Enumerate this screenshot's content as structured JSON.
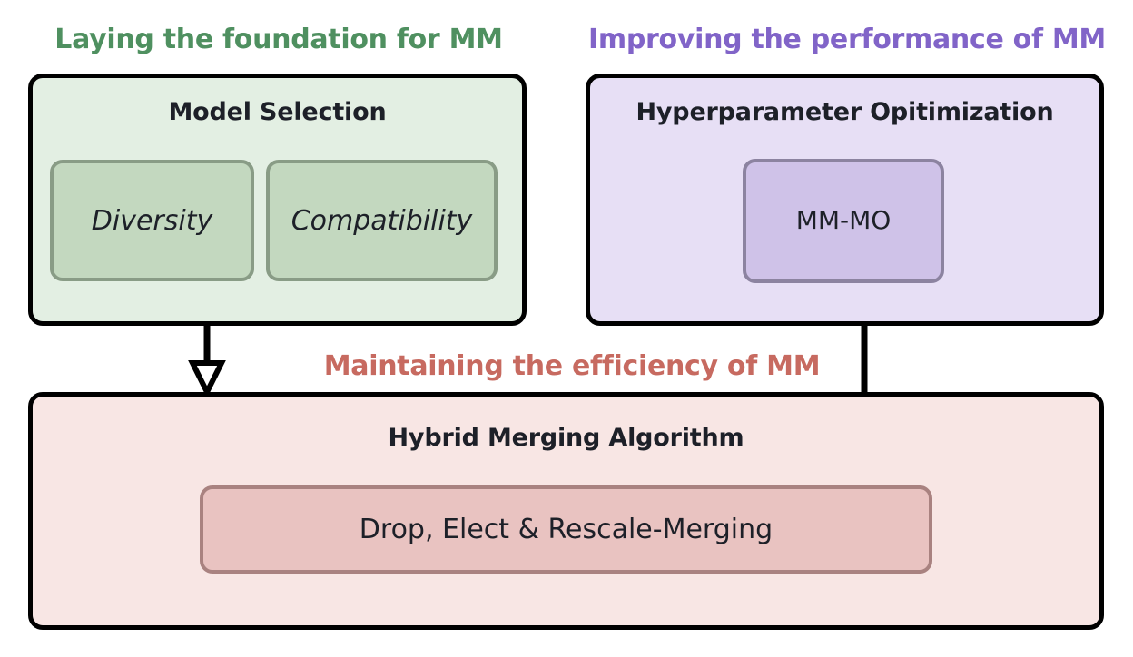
{
  "diagram": {
    "title_green": "Laying the foundation for MM",
    "title_purple": "Improving the performance of MM",
    "title_pink": "Maintaining the efficiency of MM",
    "colors": {
      "green_heading": "#4f9060",
      "purple_heading": "#8164c8",
      "pink_heading": "#c76a60",
      "green_panel_fill": "#e3efe3",
      "purple_panel_fill": "#e7dff5",
      "pink_panel_fill": "#f8e6e4",
      "green_chip_fill": "#c3d8bf",
      "purple_chip_fill": "#cfc2e8",
      "pink_chip_fill": "#e9c3c1",
      "panel_border": "#000000",
      "text": "#1d2028"
    }
  },
  "panels": {
    "green": {
      "title": "Model Selection",
      "chips": [
        {
          "label": "Diversity"
        },
        {
          "label": "Compatibility"
        }
      ]
    },
    "purple": {
      "title": "Hyperparameter Opitimization",
      "chips": [
        {
          "label": "MM-MO"
        }
      ]
    },
    "pink": {
      "title": "Hybrid Merging Algorithm",
      "chips": [
        {
          "label": "Drop, Elect & Rescale-Merging"
        }
      ]
    }
  },
  "connectors": [
    {
      "name": "green-to-pink",
      "style": "hollow-arrow-down"
    },
    {
      "name": "purple-to-pink",
      "style": "plain-line"
    }
  ]
}
